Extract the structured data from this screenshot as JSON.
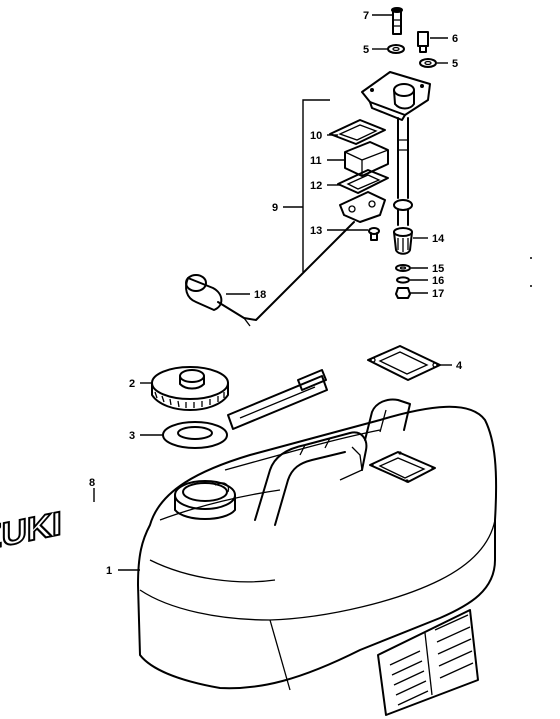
{
  "parts": [
    {
      "id": "p1",
      "number": "1",
      "name": "fuel-tank"
    },
    {
      "id": "p2",
      "number": "2",
      "name": "fuel-cap"
    },
    {
      "id": "p3",
      "number": "3",
      "name": "cap-gasket"
    },
    {
      "id": "p4",
      "number": "4",
      "name": "gauge-gasket"
    },
    {
      "id": "p5a",
      "number": "5",
      "name": "washer"
    },
    {
      "id": "p5b",
      "number": "5",
      "name": "washer"
    },
    {
      "id": "p6",
      "number": "6",
      "name": "screw"
    },
    {
      "id": "p7",
      "number": "7",
      "name": "bolt"
    },
    {
      "id": "p8",
      "number": "8",
      "name": "suzuki-emblem"
    },
    {
      "id": "p9",
      "number": "9",
      "name": "fuel-gauge-assembly"
    },
    {
      "id": "p10",
      "number": "10",
      "name": "gasket"
    },
    {
      "id": "p11",
      "number": "11",
      "name": "gauge-body"
    },
    {
      "id": "p12",
      "number": "12",
      "name": "gasket"
    },
    {
      "id": "p13",
      "number": "13",
      "name": "screw"
    },
    {
      "id": "p14",
      "number": "14",
      "name": "filter"
    },
    {
      "id": "p15",
      "number": "15",
      "name": "washer"
    },
    {
      "id": "p16",
      "number": "16",
      "name": "washer"
    },
    {
      "id": "p17",
      "number": "17",
      "name": "nut"
    },
    {
      "id": "p18",
      "number": "18",
      "name": "float"
    }
  ],
  "emblem_text": "SUZUKI"
}
